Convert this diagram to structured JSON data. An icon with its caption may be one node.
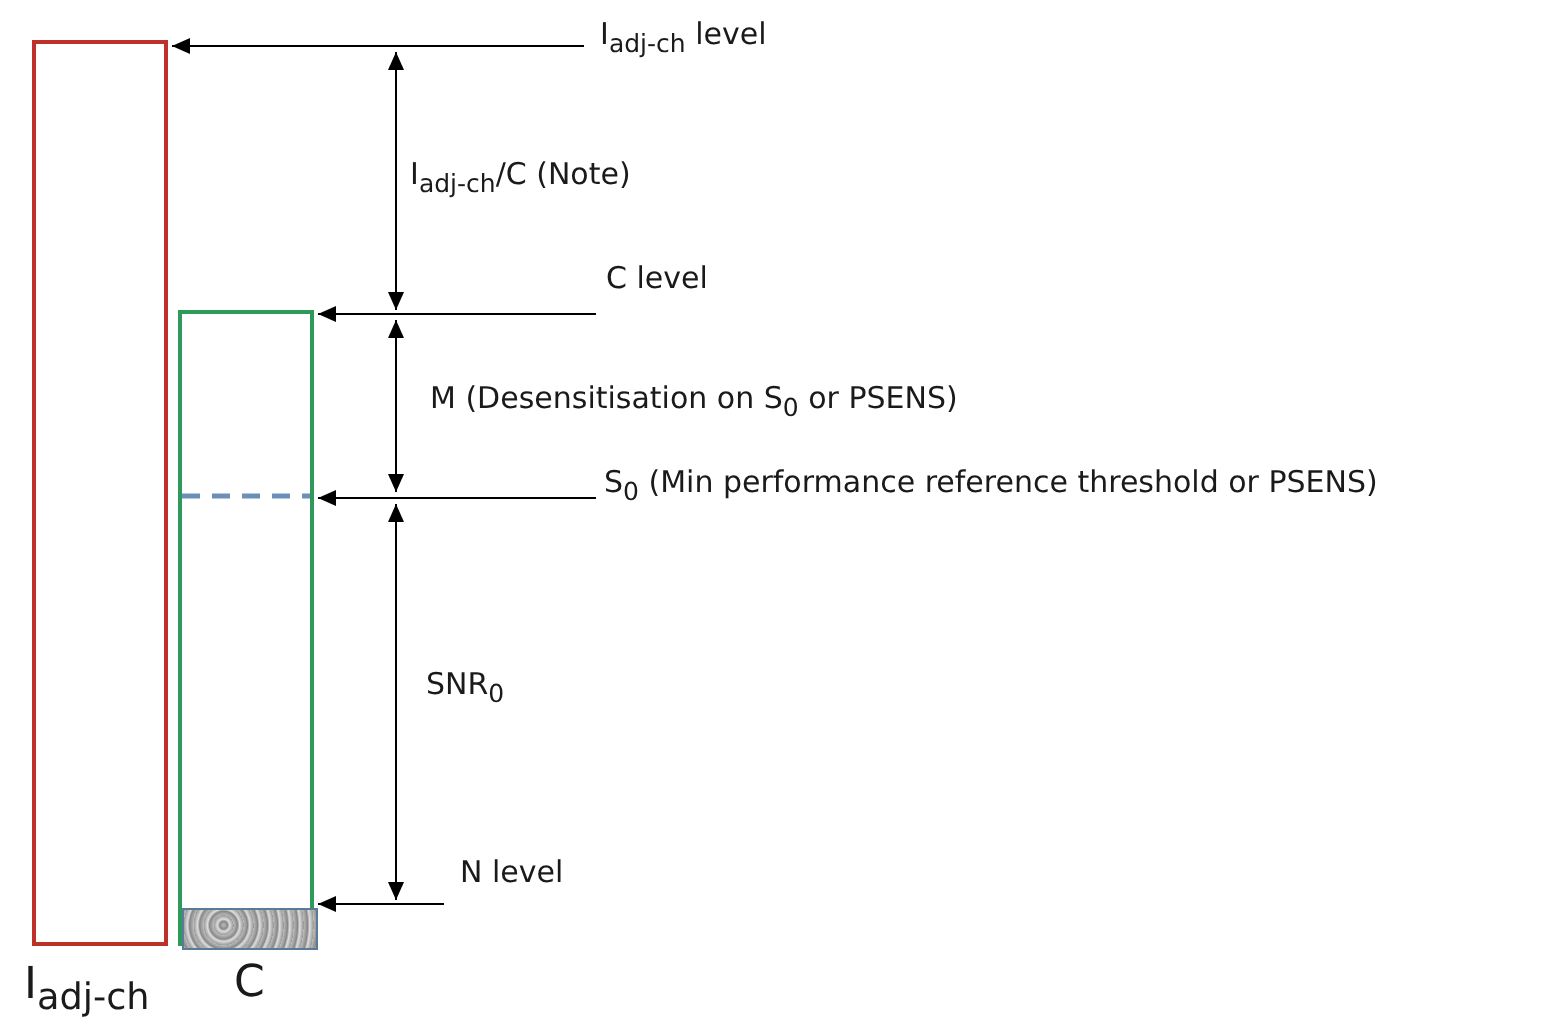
{
  "diagram": {
    "nodes": [
      {
        "text": [
          "I$_{adj-ch}$"
        ]
      },
      {
        "text": [
          "C"
        ]
      },
      {
        "text": [],
        "shape": "box",
        "in": 1
      },
      {
        "text": [
          "I$_{adj-ch}$ level"
        ]
      },
      {
        "text": [
          "C level"
        ]
      },
      {
        "text": [
          "S$_{0}$ (Min performance reference threshold or PSENS)"
        ]
      },
      {
        "text": [
          "N level"
        ]
      }
    ],
    "edges": [
      {
        "from": 3,
        "to": 0,
        "arrow": "to"
      },
      {
        "from": 4,
        "to": 1,
        "arrow": "to"
      },
      {
        "from": 5,
        "to": 1,
        "arrow": "to"
      },
      {
        "from": 6,
        "to": 2,
        "arrow": "to"
      }
    ],
    "labels": [
      "I$_{adj-ch}$/C (Note)",
      "M (Desensitisation on S$_{0}$ or PSENS)",
      "SNR$_{0}$"
    ]
  }
}
